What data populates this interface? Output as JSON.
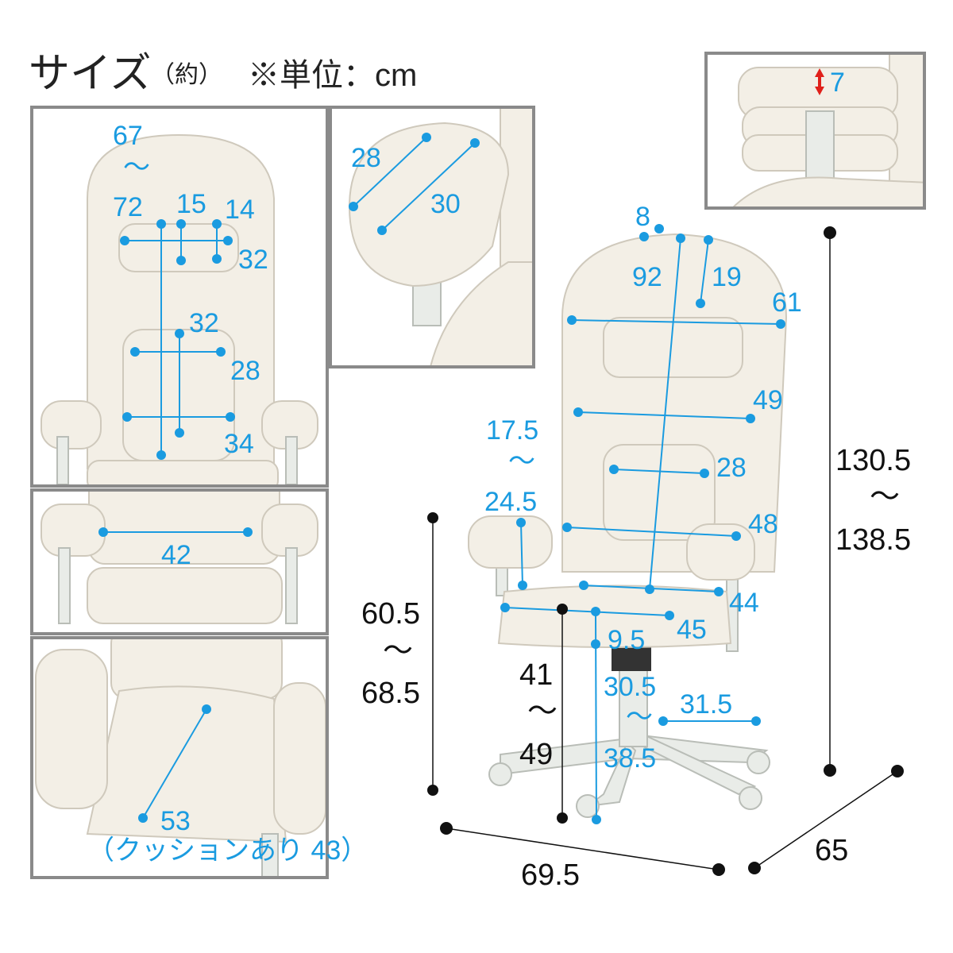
{
  "title": {
    "main": "サイズ",
    "approx": "（約）",
    "unit": "※単位：cm"
  },
  "colors": {
    "dimension_blue": "#1a9be0",
    "dimension_black": "#111111",
    "arrow_red": "#e0201a",
    "frame_gray": "#8a8a8a"
  },
  "panel_headrest_front": {
    "width_range_top": "67",
    "tilde": "〜",
    "width_range_bottom": "72",
    "dim_a": "15",
    "dim_b": "14",
    "dim_c": "32",
    "lumbar_height": "32",
    "lumbar_width": "28",
    "lumbar_bottom": "34"
  },
  "panel_armrest": {
    "arm_gap": "42"
  },
  "panel_seat": {
    "seat_depth": "53",
    "seat_depth_note": "（クッションあり 43）"
  },
  "panel_headrest_side": {
    "dim_a": "28",
    "dim_b": "30"
  },
  "panel_armpad": {
    "thickness": "7"
  },
  "main_chair": {
    "headrest_gap": "8",
    "back_height": "92",
    "head_depth": "19",
    "back_top_width": "61",
    "back_mid_width": "49",
    "lumbar_width": "28",
    "back_low_width": "48",
    "arm_height_min": "17.5",
    "arm_tilde": "〜",
    "arm_height_max": "24.5",
    "seat_width_back": "44",
    "seat_width_front": "45",
    "seat_thickness": "9.5",
    "seat_height_min": "30.5",
    "seat_tilde": "〜",
    "seat_height_max": "38.5",
    "base_radius": "31.5",
    "total_height_min": "130.5",
    "total_tilde": "〜",
    "total_height_max": "138.5",
    "arm_floor_min": "60.5",
    "arm_floor_tilde": "〜",
    "arm_floor_max": "68.5",
    "seat_floor_min": "41",
    "seat_floor_tilde": "〜",
    "seat_floor_max": "49",
    "overall_width": "69.5",
    "overall_depth": "65"
  }
}
